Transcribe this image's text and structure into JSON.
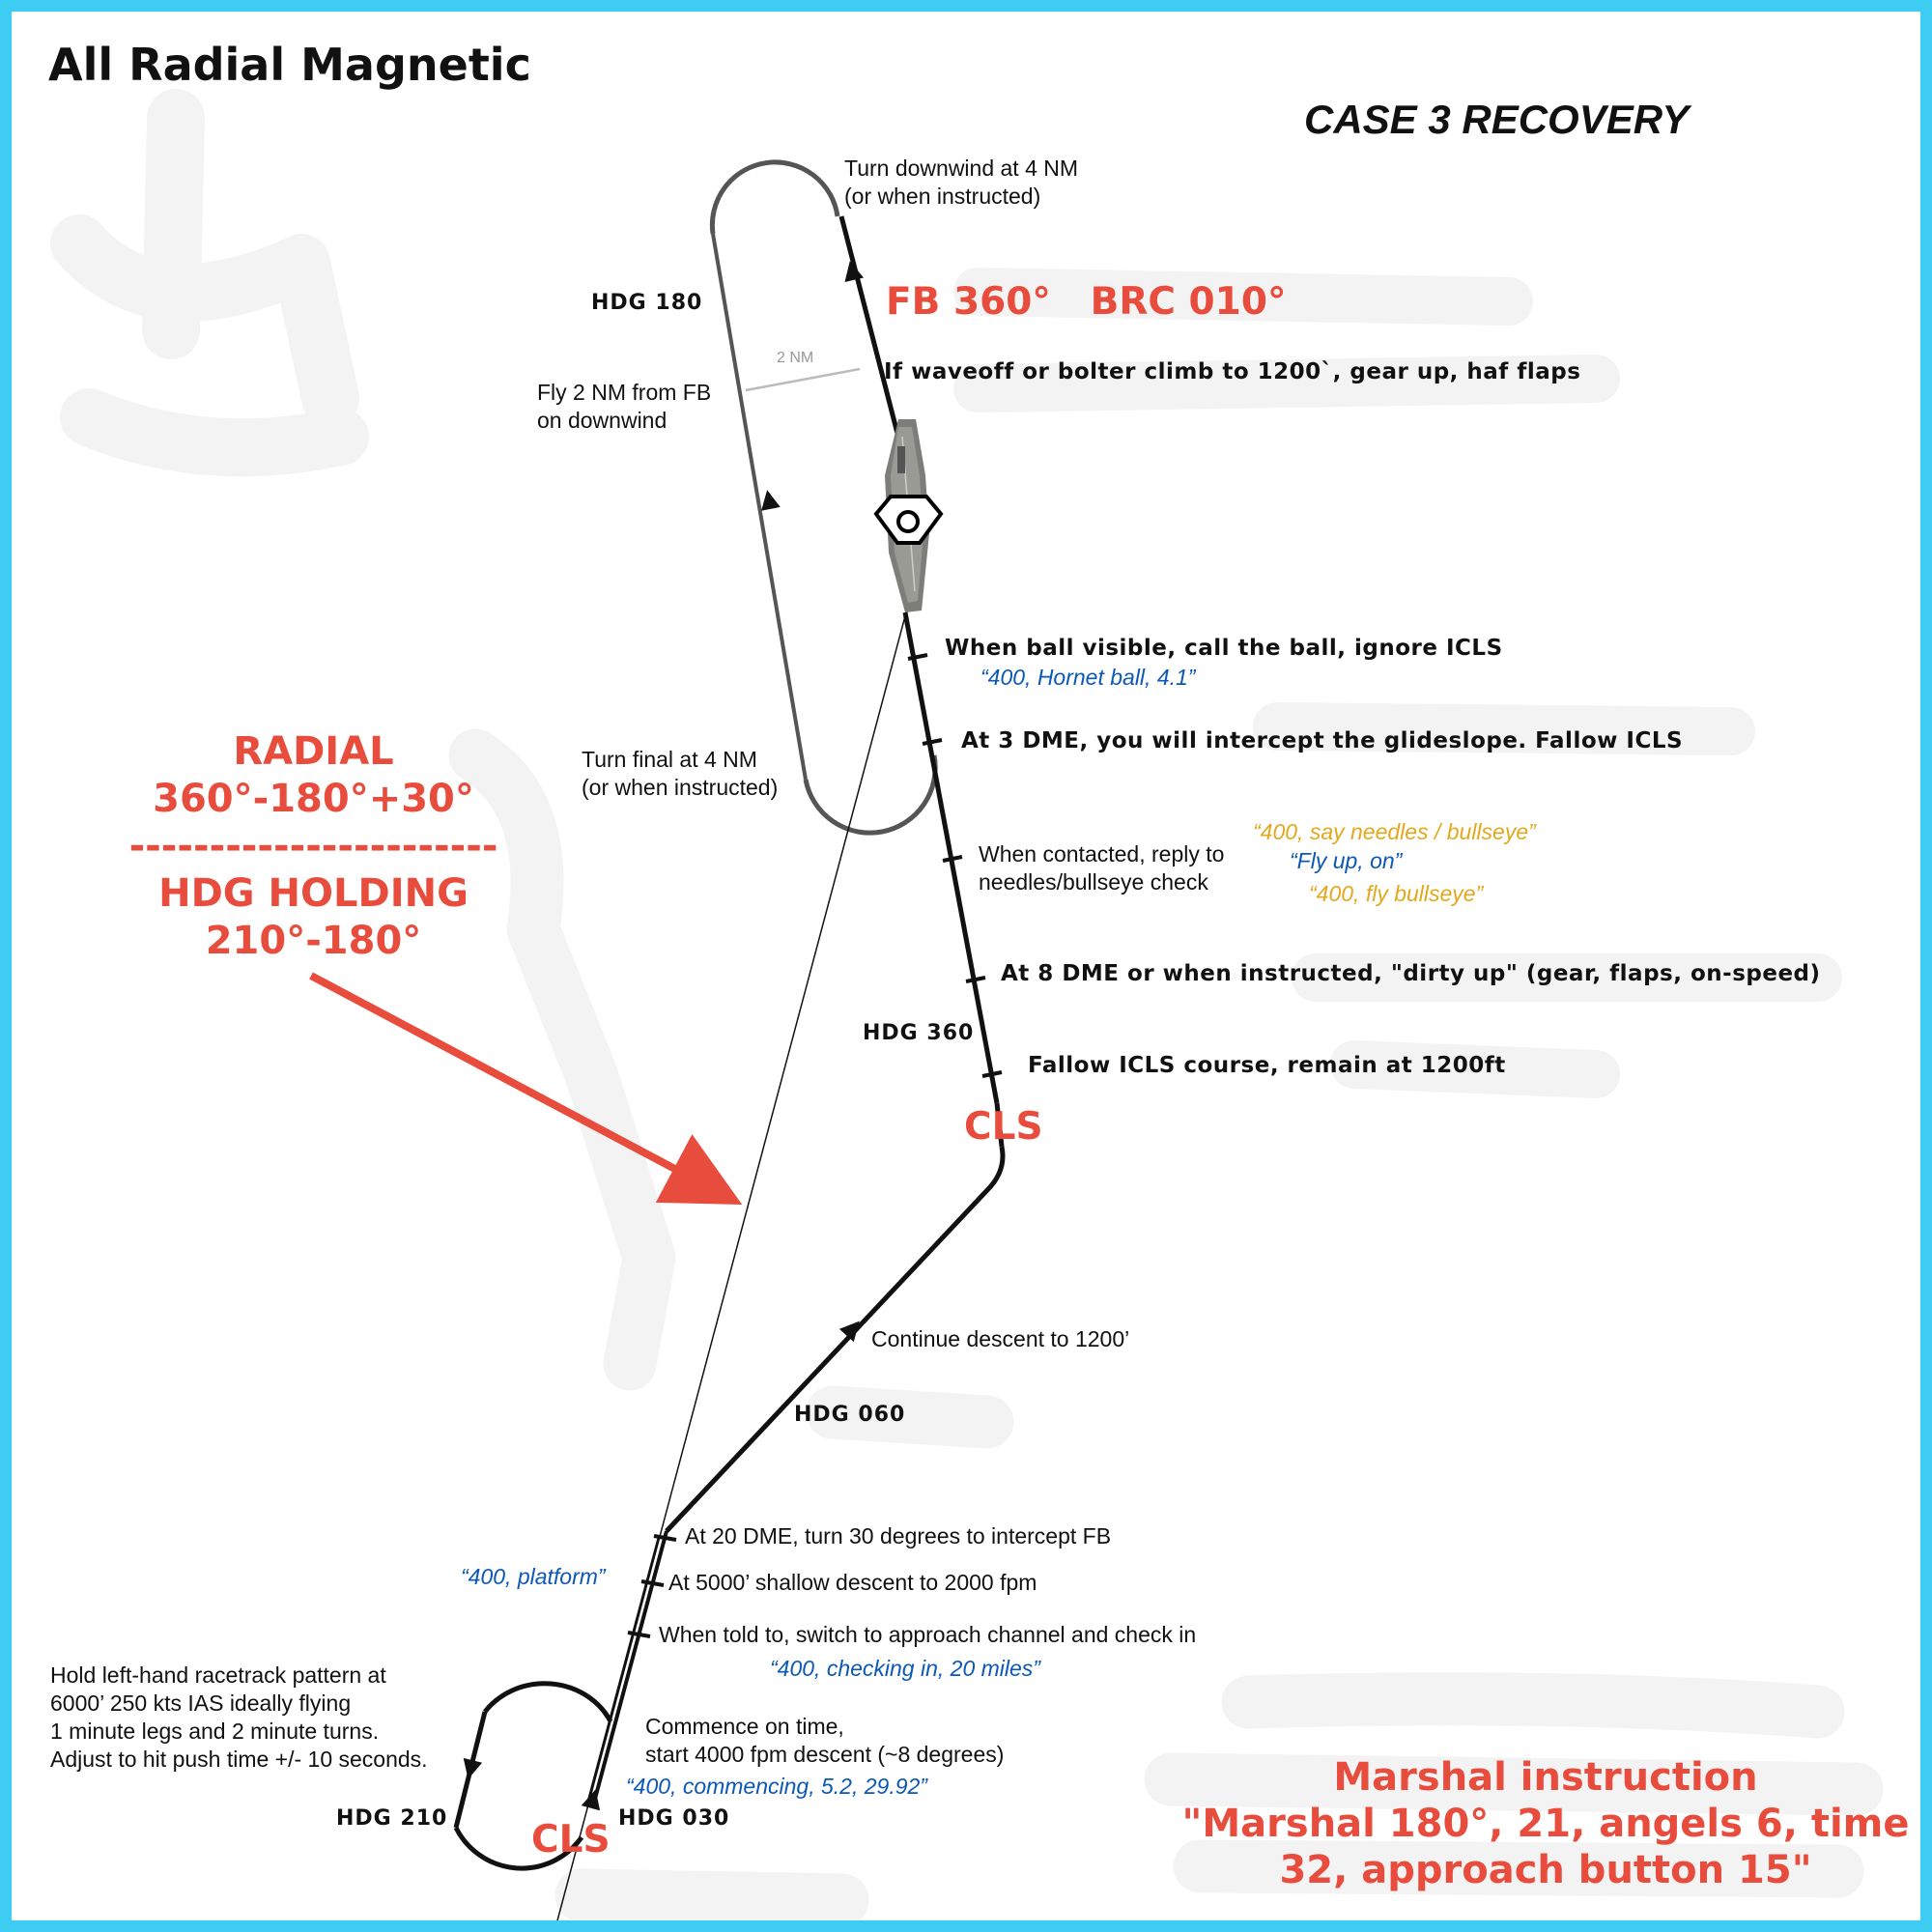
{
  "title": "All Radial Magnetic",
  "subtitle": "CASE 3 RECOVERY",
  "top_turn": {
    "line1": "Turn downwind at 4 NM",
    "line2": "(or when instructed)"
  },
  "fb_brc": "FB 360°   BRC 010°",
  "hdg_180": "HDG 180",
  "two_nm": "2 NM",
  "fly_2nm": {
    "line1": "Fly 2 NM from FB",
    "line2": "on downwind"
  },
  "waveoff": "If waveoff or bolter climb to 1200`, gear up, haf flaps",
  "ball_call": "When ball visible, call the ball, ignore ICLS",
  "ball_radio": "“400, Hornet ball, 4.1”",
  "dme3": "At 3 DME, you will intercept the glideslope. Fallow ICLS",
  "turn_final": {
    "line1": "Turn final at 4 NM",
    "line2": "(or when instructed)"
  },
  "radial_block": {
    "radial": "RADIAL",
    "radial_value": "360°-180°+30°",
    "divider": "-----------------------",
    "holding": "HDG HOLDING",
    "holding_value": "210°-180°"
  },
  "needles": {
    "line1": "When contacted, reply to",
    "line2": "needles/bullseye check",
    "radio1": "“400, say needles / bullseye”",
    "radio2": "“Fly up, on”",
    "radio3": "“400, fly bullseye”"
  },
  "dme8": "At 8 DME or when instructed, \"dirty up\" (gear, flaps, on-speed)",
  "hdg_360": "HDG 360",
  "fallow_icls": "Fallow ICLS course, remain at 1200ft",
  "cls_top": "CLS",
  "continue_descent": "Continue descent to 1200’",
  "hdg_060": "HDG 060",
  "dme20": "At 20 DME, turn 30 degrees to intercept FB",
  "platform_radio": "“400, platform”",
  "shallow": "At 5000’ shallow descent to 2000 fpm",
  "switch_channel": "When told to, switch to approach channel and check in",
  "checkin_radio": "“400, checking in, 20 miles”",
  "hold": {
    "line1": "Hold left-hand racetrack pattern at",
    "line2": "6000’ 250 kts IAS ideally flying",
    "line3": "1 minute legs and 2 minute turns.",
    "line4": "Adjust to hit push time +/- 10 seconds."
  },
  "commence": {
    "line1": "Commence on time,",
    "line2": "start 4000 fpm descent (~8 degrees)"
  },
  "commence_radio": "“400, commencing, 5.2, 29.92”",
  "hdg_210": "HDG 210",
  "cls_bottom": "CLS",
  "hdg_030": "HDG 030",
  "marshal": {
    "line1": "Marshal instruction",
    "line2": "\"Marshal 180°, 21, angels 6, time",
    "line3": "32, approach button 15\""
  },
  "colors": {
    "frame": "#3dccf2",
    "accent_red": "#e84c3d",
    "radio_blue": "#0b58b8",
    "radio_gold": "#e3a81b",
    "track": "#111111",
    "downwind": "#555555"
  },
  "icons": [
    "carrier-ship-icon",
    "lso-marker-icon",
    "direction-arrow-icon"
  ]
}
